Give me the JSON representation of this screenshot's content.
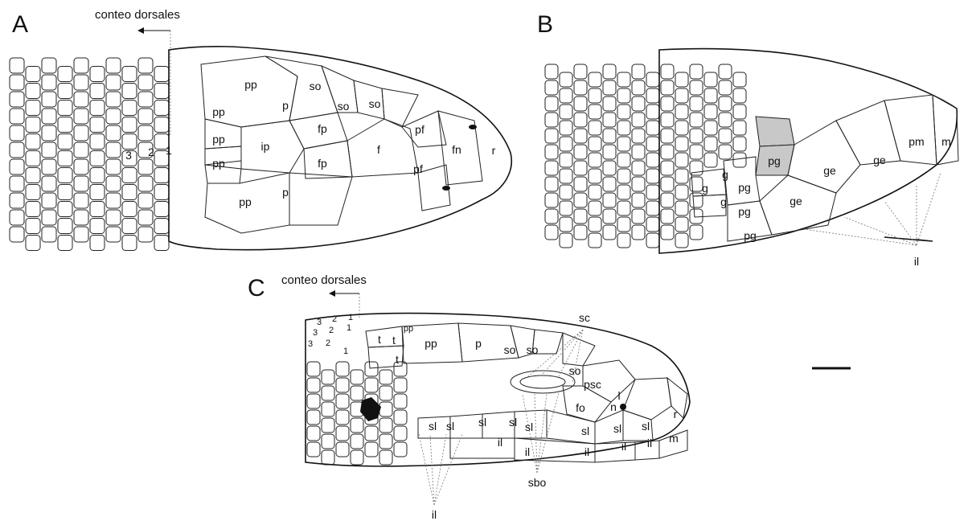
{
  "panels": [
    {
      "id": "A",
      "letter": "A",
      "note": "conteo dorsales",
      "count_labels": [
        "3",
        "2",
        "1"
      ],
      "labels": [
        "pp",
        "p",
        "so",
        "so",
        "so",
        "pp",
        "pp",
        "ip",
        "fp",
        "f",
        "pf",
        "fn",
        "r",
        "pp",
        "fp",
        "pf",
        "pp",
        "p"
      ]
    },
    {
      "id": "B",
      "letter": "B",
      "labels": [
        "pg",
        "ge",
        "ge",
        "pm",
        "m",
        "g",
        "g",
        "g",
        "pg",
        "pg",
        "ge",
        "pg"
      ],
      "highlighted": [
        "pg"
      ],
      "highlight_color": "#c8c8c8",
      "pointer_label": "il"
    },
    {
      "id": "C",
      "letter": "C",
      "note": "conteo dorsales",
      "count_labels": [
        "3",
        "2",
        "1",
        "3",
        "2",
        "1",
        "3",
        "2",
        "1"
      ],
      "labels": [
        "pp",
        "t",
        "t",
        "pp",
        "p",
        "so",
        "so",
        "t",
        "so",
        "psc",
        "l",
        "n",
        "r",
        "fo",
        "sl",
        "sl",
        "sl",
        "sl",
        "sl",
        "sl",
        "sl",
        "sl",
        "il",
        "il",
        "il",
        "il",
        "il",
        "m"
      ],
      "pointer_labels": [
        "sc",
        "sbo",
        "il"
      ],
      "eye_color": "#111111"
    }
  ],
  "colors": {
    "line": "#222222",
    "text": "#111111",
    "pointer": "#777777"
  }
}
